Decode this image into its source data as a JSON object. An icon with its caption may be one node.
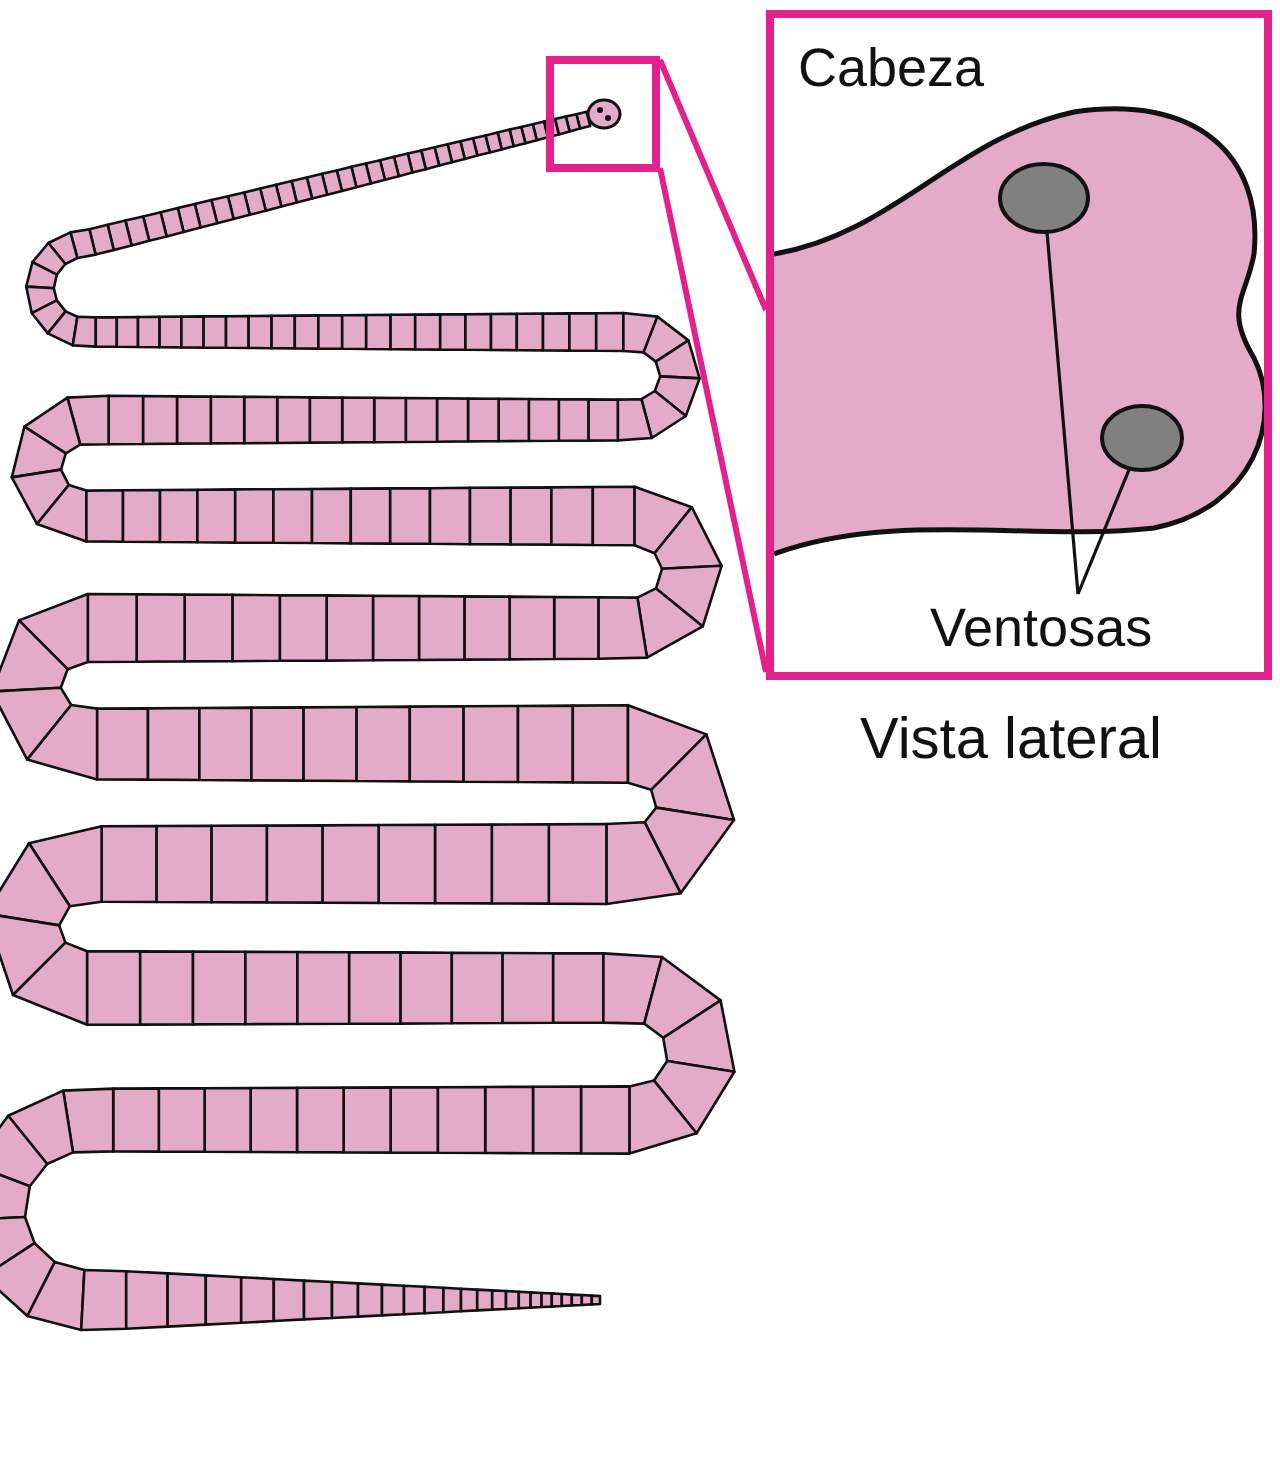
{
  "diagram": {
    "nodes": [
      {
        "text": [],
        "shape": "box"
      },
      {
        "text": [
          "Cabeza"
        ],
        "beside": [
          "Vista lateral"
        ]
      },
      {
        "text": [
          "Ventosas"
        ],
        "in": 1
      },
      {
        "text": [],
        "shape": "circle",
        "in": 1
      },
      {
        "text": [],
        "shape": "circle",
        "in": 1
      }
    ],
    "edges": [
      {
        "from": 0,
        "to": 1,
        "arrow": "none",
        "color": "#e2218c"
      },
      {
        "from": 2,
        "to": 3,
        "arrow": "none"
      },
      {
        "from": 2,
        "to": 4,
        "arrow": "none"
      }
    ]
  }
}
